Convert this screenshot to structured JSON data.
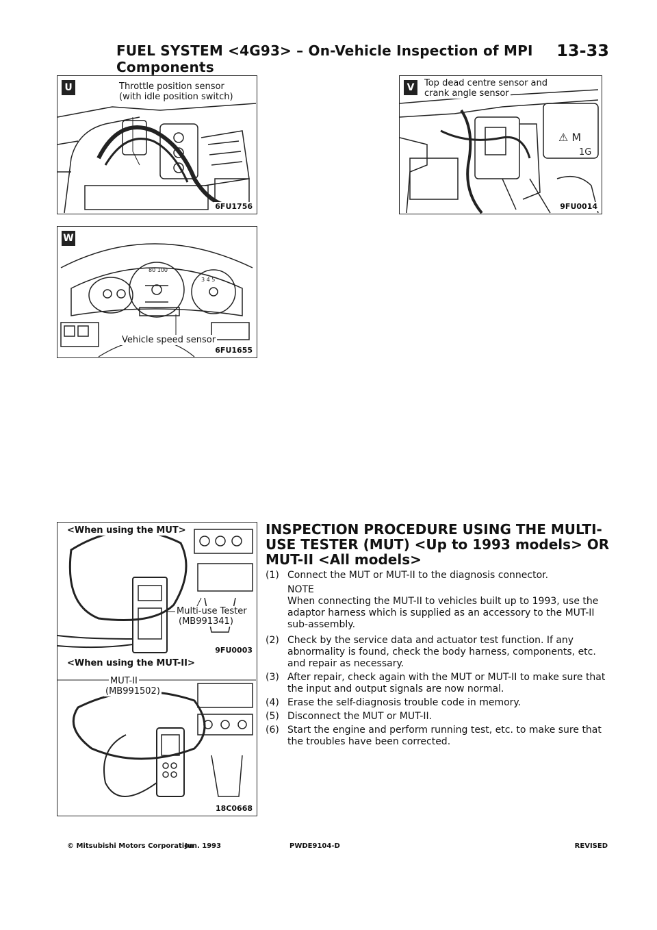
{
  "header": {
    "section": "FUEL SYSTEM <4G93> – On-Vehicle Inspection of MPI Components",
    "page": "13-33"
  },
  "figures": {
    "u": {
      "badge": "U",
      "label_line1": "Throttle position sensor",
      "label_line2": "(with idle position switch)",
      "code": "6FU1756"
    },
    "v": {
      "badge": "V",
      "label_line1": "Top dead centre sensor and",
      "label_line2": "crank angle sensor",
      "code": "9FU0014"
    },
    "w": {
      "badge": "W",
      "label": "Vehicle speed sensor",
      "code": "6FU1655"
    },
    "mut": {
      "title_mut": "<When using the MUT>",
      "tester_line1": "Multi-use Tester",
      "tester_line2": "(MB991341)",
      "code_top": "9FU0003",
      "title_mut2": "<When using the MUT-II>",
      "mut2_line1": "MUT-II",
      "mut2_line2": "(MB991502)",
      "code_bottom": "18C0668"
    }
  },
  "section": {
    "heading": "INSPECTION PROCEDURE USING THE MULTI-USE TESTER (MUT) <Up to 1993 models> OR MUT-II <All models>",
    "steps": [
      {
        "num": "(1)",
        "text": "Connect the MUT or MUT-II to the diagnosis connector."
      },
      {
        "num": "(2)",
        "text": "Check by the service data and actuator test function. If any abnormality is found, check the body harness, components, etc. and repair as necessary."
      },
      {
        "num": "(3)",
        "text": "After repair, check again with the MUT or MUT-II to make sure that the input and output signals are now normal."
      },
      {
        "num": "(4)",
        "text": "Erase the self-diagnosis trouble code in memory."
      },
      {
        "num": "(5)",
        "text": "Disconnect the MUT or MUT-II."
      },
      {
        "num": "(6)",
        "text": "Start the engine and perform running test, etc. to make sure that the troubles have been corrected."
      }
    ],
    "note_title": "NOTE",
    "note_text": "When connecting the MUT-II to vehicles built up to 1993, use the adaptor harness which is supplied as an accessory to the MUT-II sub-assembly."
  },
  "footer": {
    "copyright": "© Mitsubishi Motors Corporation",
    "date": "Jun. 1993",
    "code": "PWDE9104-D",
    "status": "REVISED"
  }
}
